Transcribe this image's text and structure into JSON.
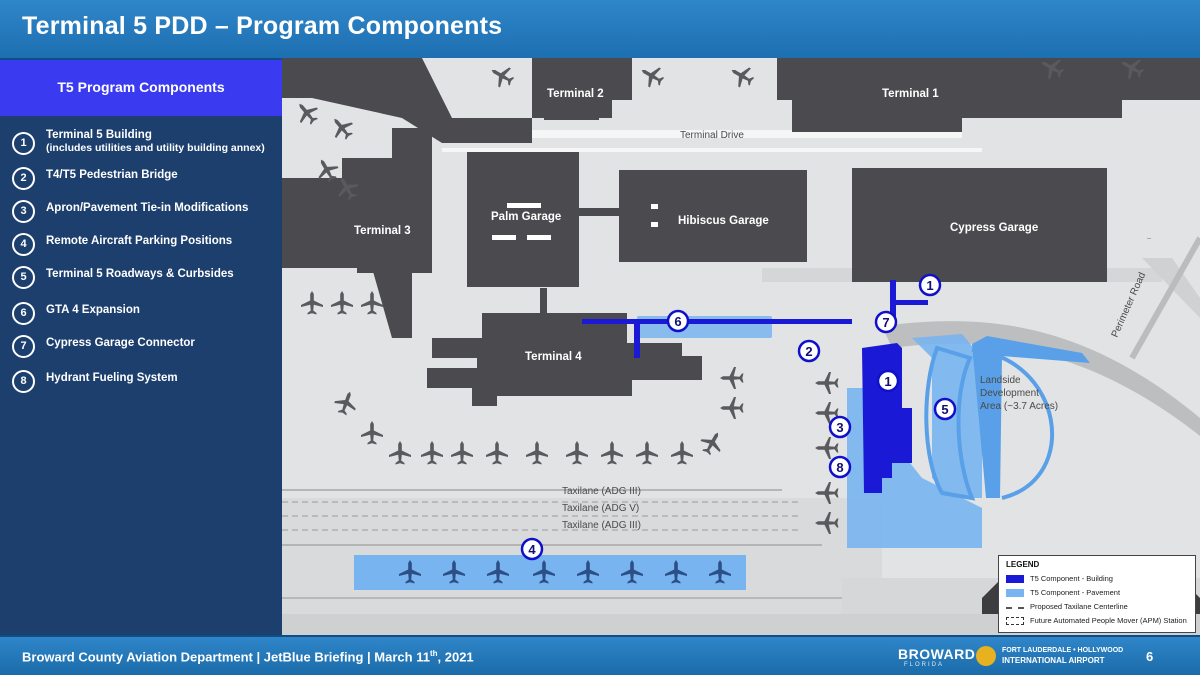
{
  "header": {
    "title": "Terminal 5 PDD – Program Components"
  },
  "panel": {
    "title": "T5 Program Components",
    "items": [
      {
        "num": "1",
        "label": "Terminal 5 Building",
        "sub": "(includes utilities and utility building annex)"
      },
      {
        "num": "2",
        "label": "T4/T5 Pedestrian Bridge",
        "sub": ""
      },
      {
        "num": "3",
        "label": "Apron/Pavement Tie-in Modifications",
        "sub": ""
      },
      {
        "num": "4",
        "label": "Remote Aircraft Parking Positions",
        "sub": ""
      },
      {
        "num": "5",
        "label": "Terminal 5 Roadways & Curbsides",
        "sub": ""
      },
      {
        "num": "6",
        "label": "GTA 4 Expansion",
        "sub": ""
      },
      {
        "num": "7",
        "label": "Cypress Garage Connector",
        "sub": ""
      },
      {
        "num": "8",
        "label": "Hydrant Fueling System",
        "sub": ""
      }
    ]
  },
  "map": {
    "labels": {
      "terminal2": "Terminal 2",
      "terminal1": "Terminal 1",
      "terminal_drive": "Terminal Drive",
      "palm_garage": "Palm Garage",
      "hibiscus_garage": "Hibiscus Garage",
      "cypress_garage": "Cypress Garage",
      "terminal3": "Terminal 3",
      "terminal4": "Terminal 4",
      "perimeter_road": "Perimeter Road",
      "landside_1": "Landside",
      "landside_2": "Development",
      "landside_3": "Area (~3.7 Acres)",
      "taxilane_1": "Taxilane (ADG III)",
      "taxilane_2": "Taxilane (ADG V)",
      "taxilane_3": "Taxilane (ADG III)"
    },
    "markers": {
      "m1a": "1",
      "m1b": "1",
      "m2": "2",
      "m3": "3",
      "m4": "4",
      "m5": "5",
      "m6": "6",
      "m7": "7",
      "m8": "8"
    }
  },
  "legend": {
    "title": "LEGEND",
    "items": [
      {
        "label": "T5 Component - Building",
        "color": "#1a1ad6"
      },
      {
        "label": "T5 Component - Pavement",
        "color": "#78b4f0"
      },
      {
        "label": "Proposed Taxilane Centerline",
        "color": "#555555"
      },
      {
        "label": "Future Automated People Mover (APM) Station",
        "color": "#333333"
      }
    ]
  },
  "footer": {
    "text": "Broward County Aviation Department  |  JetBlue Briefing | March 11",
    "sup": "th",
    "year": ", 2021",
    "logo1": "BROWARD",
    "logo1_sub": "FLORIDA",
    "logo2_line1": "FORT LAUDERDALE • HOLLYWOOD",
    "logo2_line2": "INTERNATIONAL AIRPORT",
    "page": "6"
  },
  "colors": {
    "header": "#2f86c9",
    "panel": "#1c3f6e",
    "panel_head": "#3a3af0",
    "building": "#4b4b4f",
    "t5_building": "#1a1ad6",
    "t5_pavement": "#78b4f0"
  }
}
